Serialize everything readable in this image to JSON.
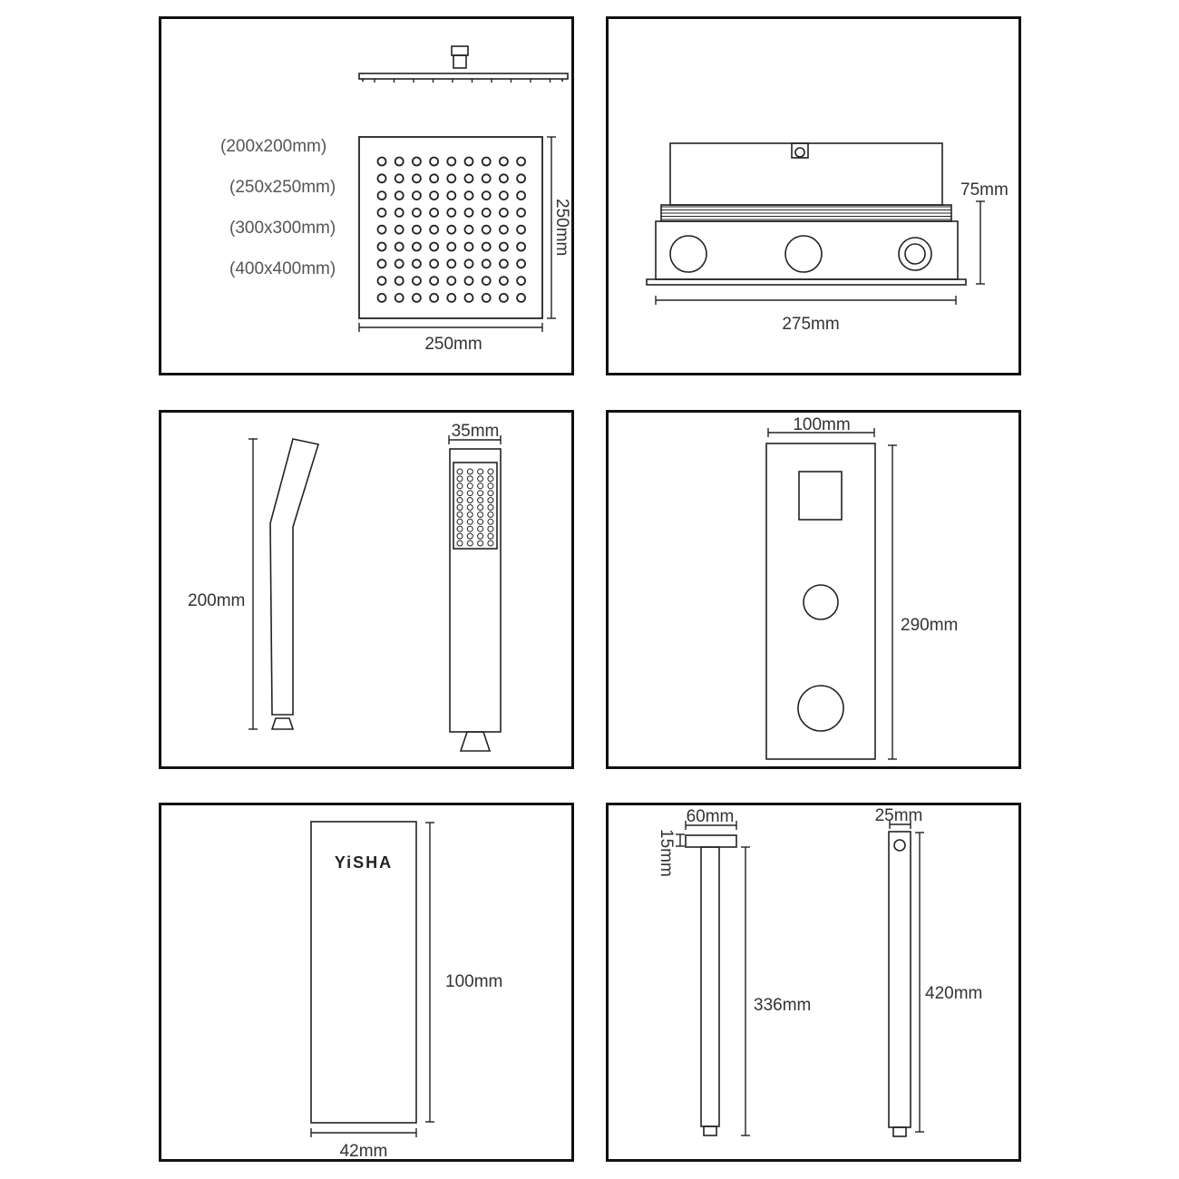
{
  "panels": {
    "rain_shower": {
      "size_options": [
        "(200x200mm)",
        "(250x250mm)",
        "(300x300mm)",
        "(400x400mm)"
      ],
      "dim_width": "250mm",
      "dim_height": "250mm"
    },
    "valve_box": {
      "dim_width": "275mm",
      "dim_height": "75mm"
    },
    "hand_shower": {
      "dim_width": "35mm",
      "dim_height": "200mm"
    },
    "control_panel": {
      "dim_width": "100mm",
      "dim_height": "290mm"
    },
    "wall_bracket": {
      "brand": "YiSHA",
      "dim_width": "42mm",
      "dim_height": "100mm"
    },
    "shower_arms": {
      "ceiling_arm": {
        "flange_width": "60mm",
        "flange_height": "15mm",
        "length": "336mm"
      },
      "slide_bar": {
        "width": "25mm",
        "length": "420mm"
      }
    }
  },
  "colors": {
    "line": "#222222",
    "frame": "#111111",
    "text": "#333333"
  }
}
